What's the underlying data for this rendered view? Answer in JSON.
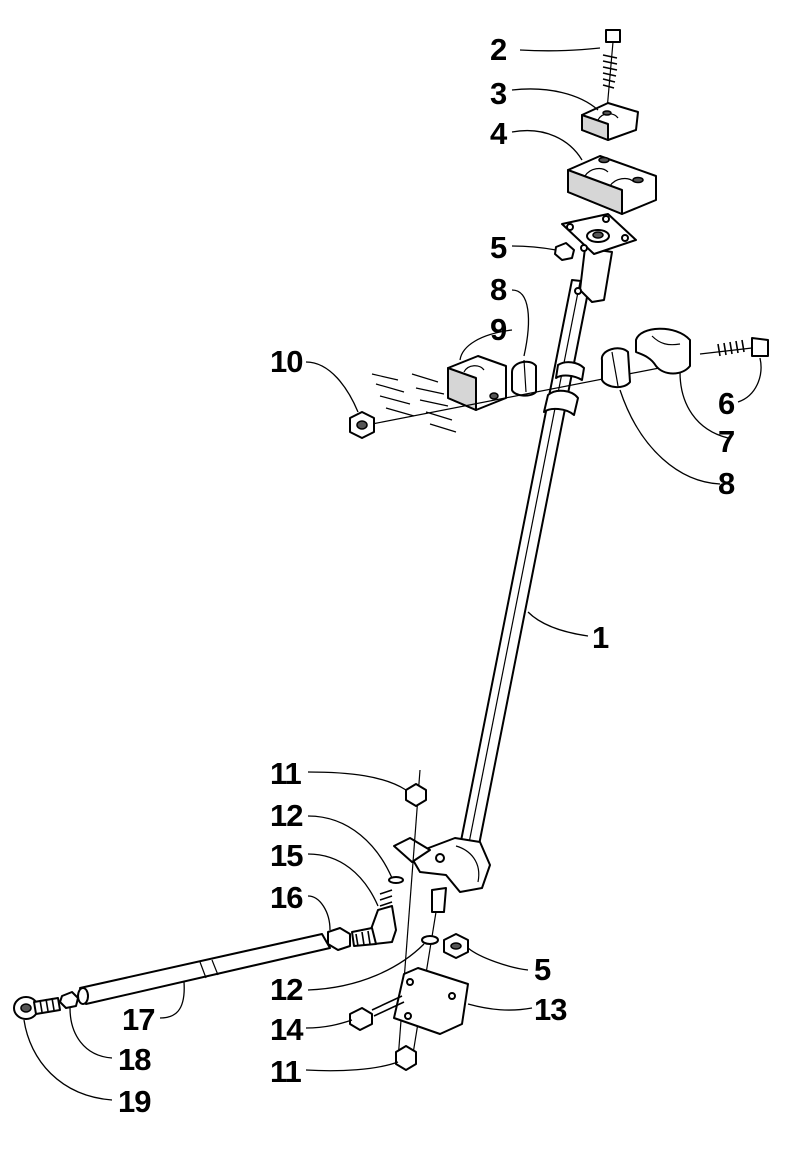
{
  "diagram": {
    "callouts": [
      {
        "id": "c2",
        "label": "2"
      },
      {
        "id": "c3",
        "label": "3"
      },
      {
        "id": "c4",
        "label": "4"
      },
      {
        "id": "c5a",
        "label": "5"
      },
      {
        "id": "c8a",
        "label": "8"
      },
      {
        "id": "c9",
        "label": "9"
      },
      {
        "id": "c10",
        "label": "10"
      },
      {
        "id": "c6",
        "label": "6"
      },
      {
        "id": "c7",
        "label": "7"
      },
      {
        "id": "c8b",
        "label": "8"
      },
      {
        "id": "c1",
        "label": "1"
      },
      {
        "id": "c11a",
        "label": "11"
      },
      {
        "id": "c12a",
        "label": "12"
      },
      {
        "id": "c15",
        "label": "15"
      },
      {
        "id": "c16",
        "label": "16"
      },
      {
        "id": "c5b",
        "label": "5"
      },
      {
        "id": "c12b",
        "label": "12"
      },
      {
        "id": "c13",
        "label": "13"
      },
      {
        "id": "c14",
        "label": "14"
      },
      {
        "id": "c17",
        "label": "17"
      },
      {
        "id": "c18",
        "label": "18"
      },
      {
        "id": "c11b",
        "label": "11"
      },
      {
        "id": "c19",
        "label": "19"
      }
    ],
    "parts": [
      "steering-post",
      "bolt",
      "upper-clamp",
      "lower-clamp-block",
      "lock-nut",
      "bolt",
      "cap",
      "bushing",
      "housing",
      "lock-nut",
      "lock-nut",
      "washer",
      "bracket",
      "cap-screw",
      "tie-rod-end",
      "jam-nut",
      "tie-rod",
      "jam-nut",
      "tie-rod-end"
    ]
  }
}
